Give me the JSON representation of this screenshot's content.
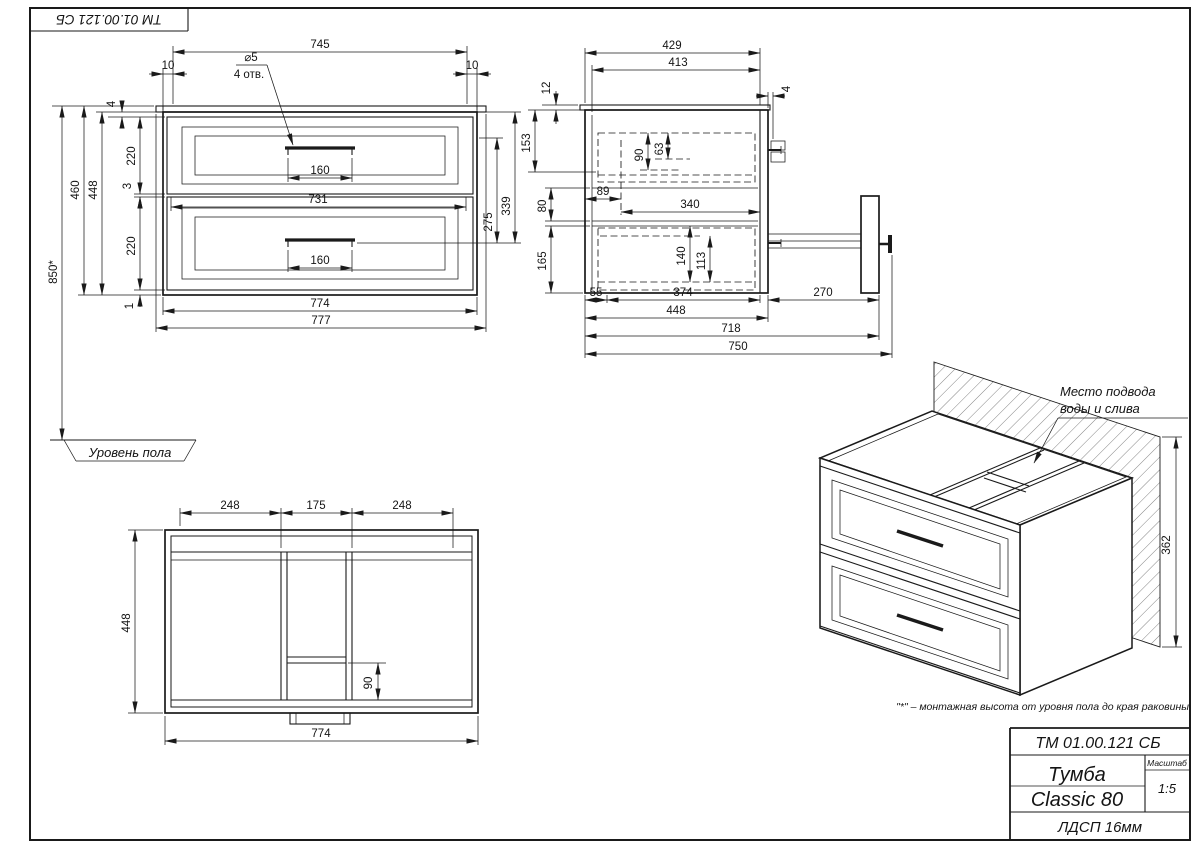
{
  "stamp": {
    "code_top": "ТМ 01.00.121 СБ"
  },
  "front": {
    "d745": "745",
    "d10l": "10",
    "d10r": "10",
    "hole_dia": "⌀5",
    "hole_count": "4 отв.",
    "d850": "850*",
    "d460": "460",
    "d448": "448",
    "d4": "4",
    "d3": "3",
    "d220t": "220",
    "d220b": "220",
    "d1": "1",
    "d160t": "160",
    "d160b": "160",
    "d731": "731",
    "d275": "275",
    "d339": "339",
    "d774": "774",
    "d777": "777",
    "floor_label": "Уровень пола"
  },
  "side": {
    "d429": "429",
    "d413": "413",
    "d12": "12",
    "d4": "4",
    "d153": "153",
    "d80": "80",
    "d165": "165",
    "d90": "90",
    "d63": "63",
    "d89": "89",
    "d340": "340",
    "d140": "140",
    "d113": "113",
    "d55": "55",
    "d374": "374",
    "d270": "270",
    "d448": "448",
    "d718": "718",
    "d750": "750"
  },
  "plan": {
    "d248l": "248",
    "d175": "175",
    "d248r": "248",
    "d448": "448",
    "d90": "90",
    "d774": "774"
  },
  "iso": {
    "note_line1": "Место подвода",
    "note_line2": "воды и слива",
    "d362": "362",
    "footnote": "\"*\" – монтажная высота от уровня пола до края раковины"
  },
  "title_block": {
    "code": "ТМ 01.00.121 СБ",
    "name_line1": "Тумба",
    "name_line2": "Classic 80",
    "scale_label": "Масштаб",
    "scale_value": "1:5",
    "material": "ЛДСП 16мм"
  }
}
